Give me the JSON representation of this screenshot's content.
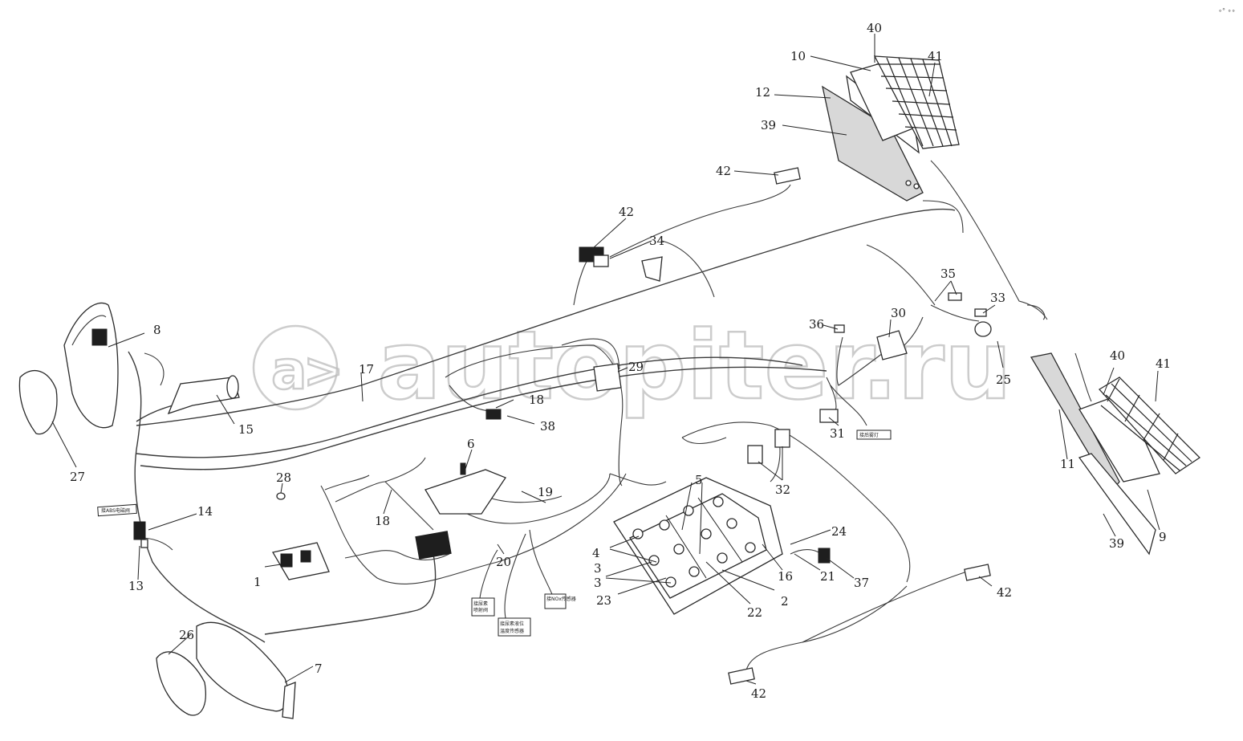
{
  "watermark": {
    "text": "autopiter.ru"
  },
  "corner_mark": "∘° ∘∘",
  "callouts": [
    {
      "id": "c1",
      "label": "1"
    },
    {
      "id": "c2",
      "label": "2"
    },
    {
      "id": "c3",
      "label": "3"
    },
    {
      "id": "c3b",
      "label": "3"
    },
    {
      "id": "c4",
      "label": "4"
    },
    {
      "id": "c5",
      "label": "5"
    },
    {
      "id": "c6",
      "label": "6"
    },
    {
      "id": "c7",
      "label": "7"
    },
    {
      "id": "c8",
      "label": "8"
    },
    {
      "id": "c9",
      "label": "9"
    },
    {
      "id": "c10",
      "label": "10"
    },
    {
      "id": "c11",
      "label": "11"
    },
    {
      "id": "c12",
      "label": "12"
    },
    {
      "id": "c13",
      "label": "13"
    },
    {
      "id": "c14",
      "label": "14"
    },
    {
      "id": "c15",
      "label": "15"
    },
    {
      "id": "c16",
      "label": "16"
    },
    {
      "id": "c17",
      "label": "17"
    },
    {
      "id": "c18",
      "label": "18"
    },
    {
      "id": "c18b",
      "label": "18"
    },
    {
      "id": "c19",
      "label": "19"
    },
    {
      "id": "c20",
      "label": "20"
    },
    {
      "id": "c21",
      "label": "21"
    },
    {
      "id": "c22",
      "label": "22"
    },
    {
      "id": "c23",
      "label": "23"
    },
    {
      "id": "c24",
      "label": "24"
    },
    {
      "id": "c25",
      "label": "25"
    },
    {
      "id": "c26",
      "label": "26"
    },
    {
      "id": "c27",
      "label": "27"
    },
    {
      "id": "c28",
      "label": "28"
    },
    {
      "id": "c29",
      "label": "29"
    },
    {
      "id": "c30",
      "label": "30"
    },
    {
      "id": "c31",
      "label": "31"
    },
    {
      "id": "c32",
      "label": "32"
    },
    {
      "id": "c33",
      "label": "33"
    },
    {
      "id": "c34",
      "label": "34"
    },
    {
      "id": "c35",
      "label": "35"
    },
    {
      "id": "c36",
      "label": "36"
    },
    {
      "id": "c37",
      "label": "37"
    },
    {
      "id": "c38",
      "label": "38"
    },
    {
      "id": "c39",
      "label": "39"
    },
    {
      "id": "c39b",
      "label": "39"
    },
    {
      "id": "c40",
      "label": "40"
    },
    {
      "id": "c40b",
      "label": "40"
    },
    {
      "id": "c41",
      "label": "41"
    },
    {
      "id": "c41b",
      "label": "41"
    },
    {
      "id": "c42",
      "label": "42"
    },
    {
      "id": "c42b",
      "label": "42"
    },
    {
      "id": "c42c",
      "label": "42"
    },
    {
      "id": "c42d",
      "label": "42"
    }
  ],
  "tags": [
    {
      "id": "t_left",
      "lines": [
        "接ABS电磁阀"
      ]
    },
    {
      "id": "t_ntr",
      "lines": [
        "接NOx传感器"
      ]
    },
    {
      "id": "t_urea",
      "lines": [
        "接尿素",
        "喷射阀"
      ]
    },
    {
      "id": "t_level",
      "lines": [
        "接尿素液位",
        "温度传感器"
      ]
    },
    {
      "id": "t_right",
      "lines": [
        "接后雾灯"
      ]
    }
  ]
}
